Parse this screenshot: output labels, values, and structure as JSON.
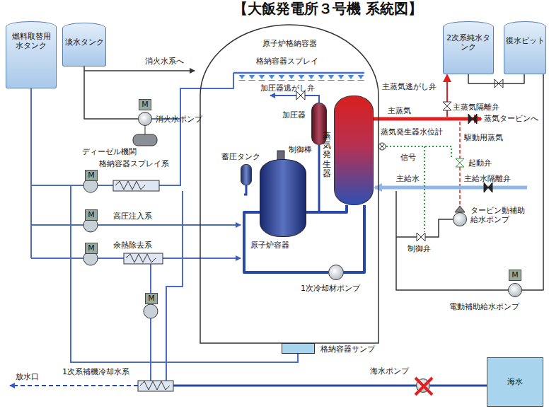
{
  "diagram": {
    "title": "【大飯発電所３号機 系統図】",
    "nodes": [
      {
        "text": [
          "燃料取替用水タンク"
        ]
      },
      {
        "text": [
          "淡水タンク"
        ]
      },
      {
        "text": [
          "2次系純水タンク"
        ]
      },
      {
        "text": [
          "復水ピット"
        ]
      },
      {
        "text": [
          "原子炉格納容器"
        ]
      },
      {
        "text": [
          "加圧器"
        ],
        "in": 4
      },
      {
        "text": [
          "蓄圧タンク"
        ],
        "in": 4
      },
      {
        "text": [
          "原子炉容器"
        ],
        "in": 4
      },
      {
        "text": [
          "蒸気発生器"
        ],
        "in": 4
      },
      {
        "text": [
          "1次冷却材ポンプ"
        ],
        "in": 4
      },
      {
        "text": [
          "格納容器サンプ"
        ]
      },
      {
        "text": [
          "海水"
        ]
      },
      {
        "text": [
          "消火水ポンプ"
        ]
      },
      {
        "text": [
          "タービン動補助給水ポンプ"
        ]
      },
      {
        "text": [
          "電動補助給水ポンプ"
        ]
      },
      {
        "text": [
          "海水ポンプ"
        ]
      }
    ],
    "edges": [
      {
        "from": 1,
        "to": 12,
        "arrow": "none"
      },
      {
        "from": 2,
        "to": 3,
        "arrow": "none"
      },
      {
        "from": 7,
        "to": 8,
        "arrow": "none"
      },
      {
        "from": 8,
        "to": 9,
        "arrow": "none"
      },
      {
        "from": 9,
        "to": 7,
        "arrow": "none"
      },
      {
        "from": 11,
        "to": 15,
        "arrow": "none"
      },
      {
        "from": 3,
        "to": 14,
        "arrow": "none"
      }
    ],
    "labels": [
      "消火水系へ",
      "M",
      "ディーゼル機関",
      "格納容器スプレイ系",
      "M",
      "高圧注入系",
      "M",
      "余熱除去系",
      "M",
      "M",
      "1次系補機冷却水系",
      "放水口",
      "格納容器スプレイ",
      "加圧器逃がし弁",
      "制御棒",
      "主蒸気逃がし弁",
      "主蒸気",
      "主蒸気隔離弁",
      "蒸気タービンへ",
      "駆動用蒸気",
      "蒸気発生器水位計",
      "信号",
      "起動弁",
      "主給水",
      "主給水隔離弁",
      "制御弁",
      "M"
    ]
  }
}
